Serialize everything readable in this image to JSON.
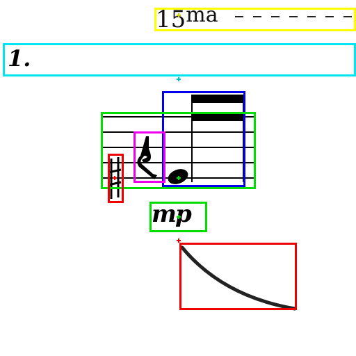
{
  "ottava": {
    "number": "15",
    "suffix": "ma"
  },
  "volta": {
    "label": "1."
  },
  "dynamic": {
    "label": "mp"
  },
  "colors": {
    "ottava_box": "#ffff00",
    "volta_box": "#00e5ee",
    "staff_box": "#00dd00",
    "beam_box": "#0000ee",
    "rest_box": "#ee00ee",
    "accidental_box": "#ee0000",
    "dynamic_box": "#00dd00",
    "slur_box": "#ee0000",
    "ink": "#000000"
  }
}
